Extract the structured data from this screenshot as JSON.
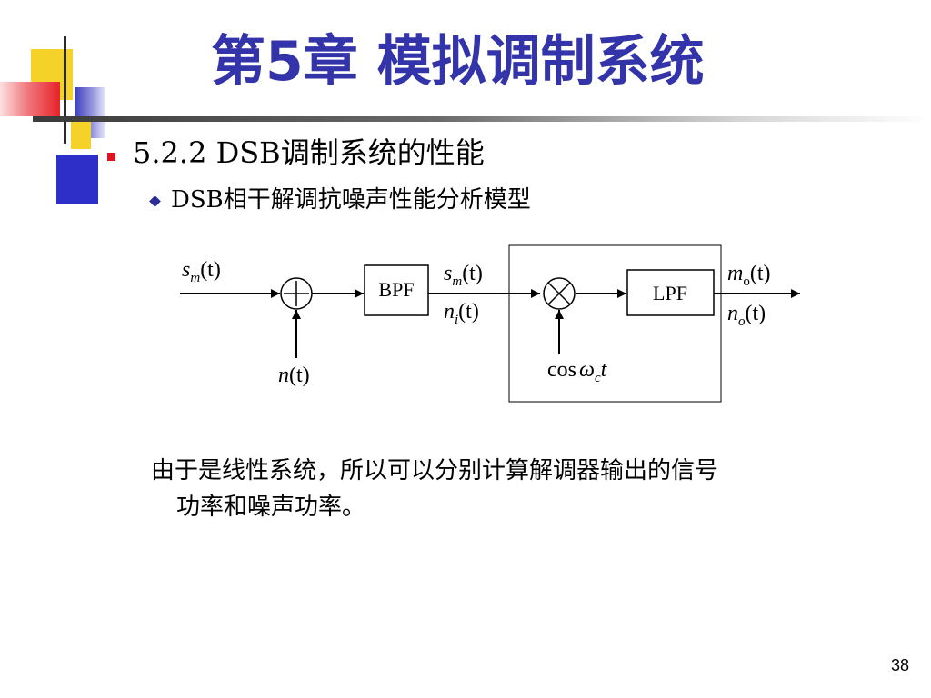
{
  "slide": {
    "title": "第5章 模拟调制系统",
    "heading": "5.2.2  DSB调制系统的性能",
    "subheading": "DSB相干解调抗噪声性能分析模型",
    "body_line1": "由于是线性系统，所以可以分别计算解调器输出的信号",
    "body_line2": "功率和噪声功率。",
    "page_number": "38"
  },
  "diagram": {
    "input": {
      "sym": "s",
      "sub": "m",
      "arg": "(t)"
    },
    "noise": {
      "sym": "n",
      "arg": "(t)"
    },
    "bpf_label": "BPF",
    "lpf_label": "LPF",
    "mid_signal": {
      "sym": "s",
      "sub": "m",
      "arg": "(t)"
    },
    "mid_noise": {
      "sym": "n",
      "sub": "i",
      "arg": "(t)"
    },
    "carrier": {
      "fn": "cos",
      "sym": "ω",
      "sub": "c",
      "arg": "t"
    },
    "out_signal": {
      "sym": "m",
      "sub": "o",
      "arg": "(t)"
    },
    "out_noise": {
      "sym": "n",
      "sub": "o",
      "arg": "(t)"
    }
  },
  "colors": {
    "title": "#3333aa",
    "bullet_l1": "#e0141e",
    "bullet_l2": "#2b2b9a",
    "deco_yellow": "#f5d22a",
    "deco_red": "#e8222a",
    "deco_blue": "#2e2ec8"
  }
}
